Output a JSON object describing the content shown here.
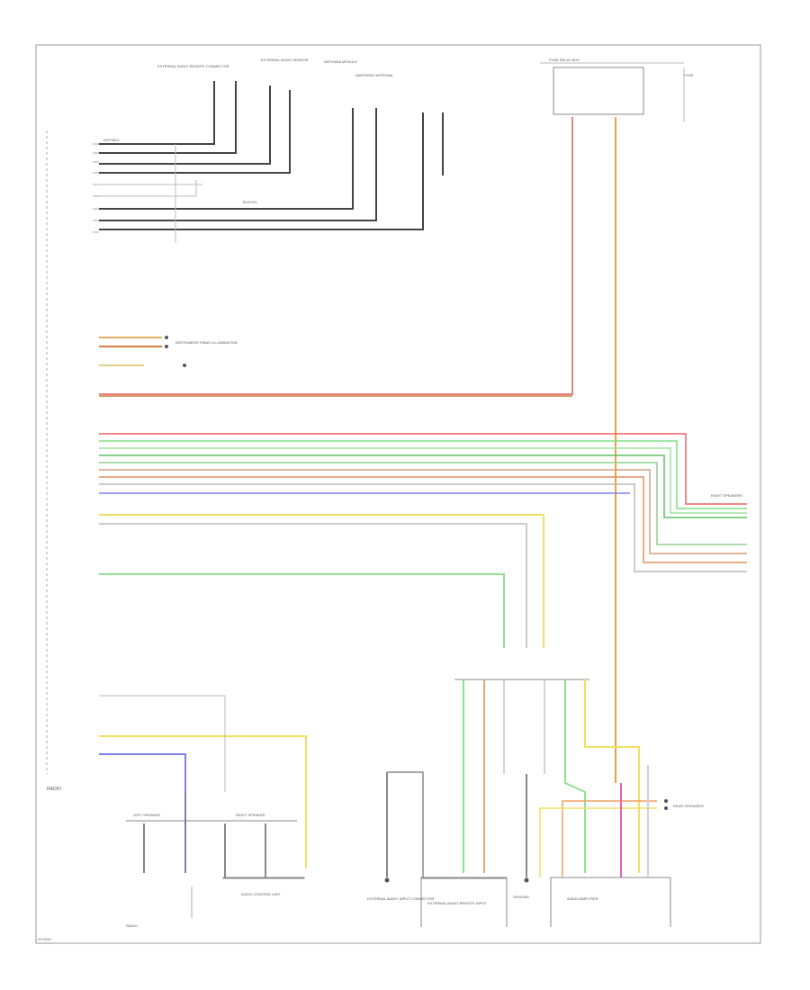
{
  "page": {
    "footer_code": "SY-0001",
    "left_label": "RADIO"
  },
  "top_components": [
    "EXTERNAL AUDIO REMOTE CONNECTOR",
    "EXTERNAL AUDIO SENSOR",
    "ANTENNA MODULE",
    "AM/FM/SAT ANTENNA",
    "FUSE RELAY BOX",
    "FUSE"
  ],
  "harness_labels": {
    "row_a": "WHT/BLK",
    "row_b": "BLK/YEL",
    "dim_note": "INSTRUMENT PANEL ILLUMINATION",
    "speaker_note": "SPEAKER",
    "right_note": "RIGHT SPEAKERS"
  },
  "connectors": [
    "LEFT SPEAKER",
    "RIGHT SPEAKER"
  ],
  "bottom_components": [
    "RADIO",
    "AUDIO CONTROL UNIT",
    "EXTERNAL AUDIO INPUT CONNECTOR",
    "EXTERNAL AUDIO REMOTE INPUT",
    "AUDIO AMPLIFIER",
    "REAR SPEAKERS"
  ],
  "ground_note": "GROUND",
  "amplifier_note": "AMPLIFIER"
}
